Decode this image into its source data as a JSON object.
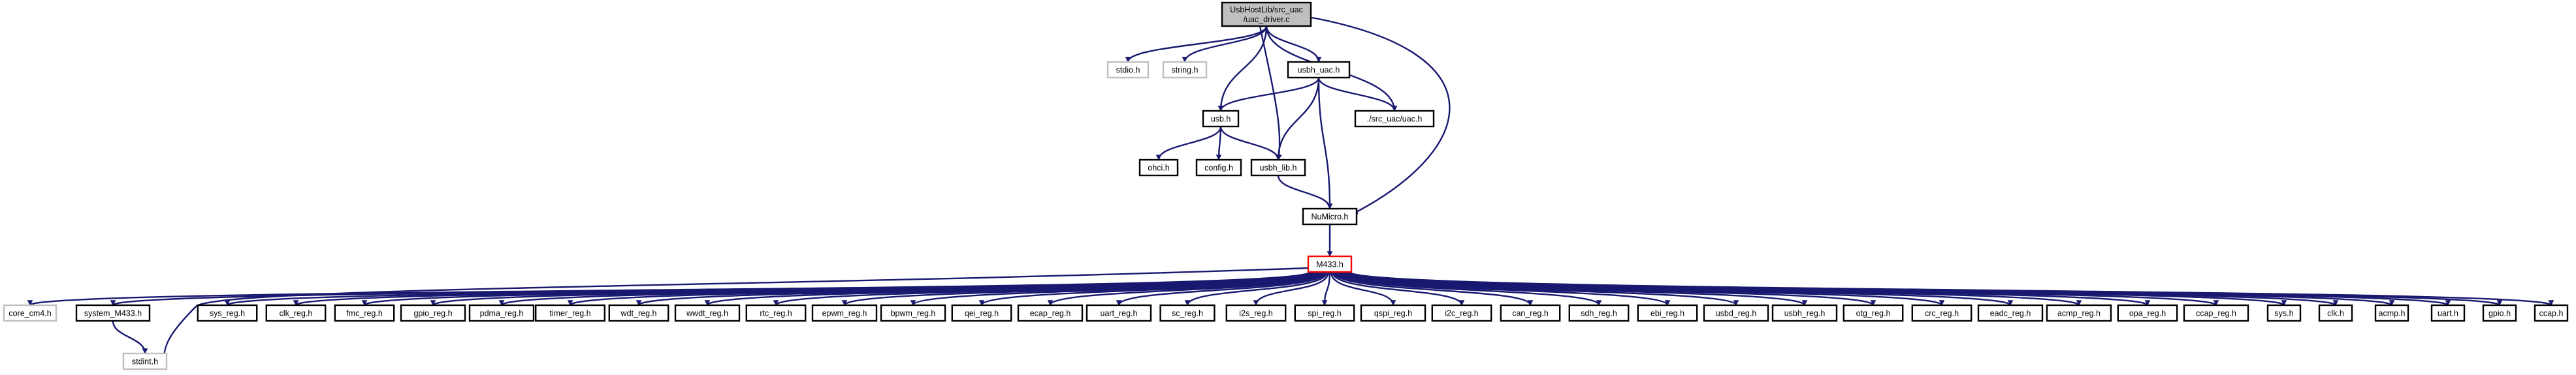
{
  "graph": {
    "type": "include-dependency-graph",
    "root": "uac_driver",
    "edge_color": "#191970",
    "root_fill": "#bfbfbf",
    "external_border": "#bfbfbf",
    "highlight_border": "#ff0000",
    "nodes": [
      {
        "id": "uac_driver",
        "lines": [
          "UsbHostLib/src_uac",
          "/uac_driver.c"
        ],
        "style": "root"
      },
      {
        "id": "stdio",
        "lines": [
          "stdio.h"
        ],
        "style": "ext"
      },
      {
        "id": "string",
        "lines": [
          "string.h"
        ],
        "style": "ext"
      },
      {
        "id": "usbh_uac",
        "lines": [
          "usbh_uac.h"
        ],
        "style": "plain"
      },
      {
        "id": "usb",
        "lines": [
          "usb.h"
        ],
        "style": "plain"
      },
      {
        "id": "uac_h",
        "lines": [
          "./src_uac/uac.h"
        ],
        "style": "plain"
      },
      {
        "id": "ohci",
        "lines": [
          "ohci.h"
        ],
        "style": "plain"
      },
      {
        "id": "config",
        "lines": [
          "config.h"
        ],
        "style": "plain"
      },
      {
        "id": "usbh_lib",
        "lines": [
          "usbh_lib.h"
        ],
        "style": "plain"
      },
      {
        "id": "numicro",
        "lines": [
          "NuMicro.h"
        ],
        "style": "plain"
      },
      {
        "id": "m433",
        "lines": [
          "M433.h"
        ],
        "style": "hi"
      },
      {
        "id": "core_cm4",
        "lines": [
          "core_cm4.h"
        ],
        "style": "ext"
      },
      {
        "id": "system_m433",
        "lines": [
          "system_M433.h"
        ],
        "style": "plain"
      },
      {
        "id": "sys_reg",
        "lines": [
          "sys_reg.h"
        ],
        "style": "plain"
      },
      {
        "id": "clk_reg",
        "lines": [
          "clk_reg.h"
        ],
        "style": "plain"
      },
      {
        "id": "fmc_reg",
        "lines": [
          "fmc_reg.h"
        ],
        "style": "plain"
      },
      {
        "id": "gpio_reg",
        "lines": [
          "gpio_reg.h"
        ],
        "style": "plain"
      },
      {
        "id": "pdma_reg",
        "lines": [
          "pdma_reg.h"
        ],
        "style": "plain"
      },
      {
        "id": "timer_reg",
        "lines": [
          "timer_reg.h"
        ],
        "style": "plain"
      },
      {
        "id": "wdt_reg",
        "lines": [
          "wdt_reg.h"
        ],
        "style": "plain"
      },
      {
        "id": "wwdt_reg",
        "lines": [
          "wwdt_reg.h"
        ],
        "style": "plain"
      },
      {
        "id": "rtc_reg",
        "lines": [
          "rtc_reg.h"
        ],
        "style": "plain"
      },
      {
        "id": "epwm_reg",
        "lines": [
          "epwm_reg.h"
        ],
        "style": "plain"
      },
      {
        "id": "bpwm_reg",
        "lines": [
          "bpwm_reg.h"
        ],
        "style": "plain"
      },
      {
        "id": "qei_reg",
        "lines": [
          "qei_reg.h"
        ],
        "style": "plain"
      },
      {
        "id": "ecap_reg",
        "lines": [
          "ecap_reg.h"
        ],
        "style": "plain"
      },
      {
        "id": "uart_reg",
        "lines": [
          "uart_reg.h"
        ],
        "style": "plain"
      },
      {
        "id": "sc_reg",
        "lines": [
          "sc_reg.h"
        ],
        "style": "plain"
      },
      {
        "id": "i2s_reg",
        "lines": [
          "i2s_reg.h"
        ],
        "style": "plain"
      },
      {
        "id": "spi_reg",
        "lines": [
          "spi_reg.h"
        ],
        "style": "plain"
      },
      {
        "id": "qspi_reg",
        "lines": [
          "qspi_reg.h"
        ],
        "style": "plain"
      },
      {
        "id": "i2c_reg",
        "lines": [
          "i2c_reg.h"
        ],
        "style": "plain"
      },
      {
        "id": "can_reg",
        "lines": [
          "can_reg.h"
        ],
        "style": "plain"
      },
      {
        "id": "sdh_reg",
        "lines": [
          "sdh_reg.h"
        ],
        "style": "plain"
      },
      {
        "id": "ebi_reg",
        "lines": [
          "ebi_reg.h"
        ],
        "style": "plain"
      },
      {
        "id": "usbd_reg",
        "lines": [
          "usbd_reg.h"
        ],
        "style": "plain"
      },
      {
        "id": "usbh_reg",
        "lines": [
          "usbh_reg.h"
        ],
        "style": "plain"
      },
      {
        "id": "otg_reg",
        "lines": [
          "otg_reg.h"
        ],
        "style": "plain"
      },
      {
        "id": "crc_reg",
        "lines": [
          "crc_reg.h"
        ],
        "style": "plain"
      },
      {
        "id": "eadc_reg",
        "lines": [
          "eadc_reg.h"
        ],
        "style": "plain"
      },
      {
        "id": "acmp_reg",
        "lines": [
          "acmp_reg.h"
        ],
        "style": "plain"
      },
      {
        "id": "opa_reg",
        "lines": [
          "opa_reg.h"
        ],
        "style": "plain"
      },
      {
        "id": "ccap_reg",
        "lines": [
          "ccap_reg.h"
        ],
        "style": "plain"
      },
      {
        "id": "sys",
        "lines": [
          "sys.h"
        ],
        "style": "plain"
      },
      {
        "id": "clk",
        "lines": [
          "clk.h"
        ],
        "style": "plain"
      },
      {
        "id": "acmp",
        "lines": [
          "acmp.h"
        ],
        "style": "plain"
      },
      {
        "id": "uart",
        "lines": [
          "uart.h"
        ],
        "style": "plain"
      },
      {
        "id": "gpio",
        "lines": [
          "gpio.h"
        ],
        "style": "plain"
      },
      {
        "id": "ccap",
        "lines": [
          "ccap.h"
        ],
        "style": "plain"
      },
      {
        "id": "stdint",
        "lines": [
          "stdint.h"
        ],
        "style": "ext"
      }
    ],
    "edges": [
      [
        "uac_driver",
        "stdio"
      ],
      [
        "uac_driver",
        "string"
      ],
      [
        "uac_driver",
        "usbh_uac"
      ],
      [
        "uac_driver",
        "usb"
      ],
      [
        "uac_driver",
        "uac_h"
      ],
      [
        "uac_driver",
        "usbh_lib"
      ],
      [
        "uac_driver",
        "numicro"
      ],
      [
        "usbh_uac",
        "usb"
      ],
      [
        "usbh_uac",
        "uac_h"
      ],
      [
        "usbh_uac",
        "usbh_lib"
      ],
      [
        "usbh_uac",
        "numicro"
      ],
      [
        "usb",
        "ohci"
      ],
      [
        "usb",
        "config"
      ],
      [
        "usb",
        "usbh_lib"
      ],
      [
        "usbh_lib",
        "numicro"
      ],
      [
        "numicro",
        "m433"
      ],
      [
        "m433",
        "core_cm4"
      ],
      [
        "m433",
        "system_m433"
      ],
      [
        "m433",
        "sys_reg"
      ],
      [
        "m433",
        "clk_reg"
      ],
      [
        "m433",
        "fmc_reg"
      ],
      [
        "m433",
        "gpio_reg"
      ],
      [
        "m433",
        "pdma_reg"
      ],
      [
        "m433",
        "timer_reg"
      ],
      [
        "m433",
        "wdt_reg"
      ],
      [
        "m433",
        "wwdt_reg"
      ],
      [
        "m433",
        "rtc_reg"
      ],
      [
        "m433",
        "epwm_reg"
      ],
      [
        "m433",
        "bpwm_reg"
      ],
      [
        "m433",
        "qei_reg"
      ],
      [
        "m433",
        "ecap_reg"
      ],
      [
        "m433",
        "uart_reg"
      ],
      [
        "m433",
        "sc_reg"
      ],
      [
        "m433",
        "i2s_reg"
      ],
      [
        "m433",
        "spi_reg"
      ],
      [
        "m433",
        "qspi_reg"
      ],
      [
        "m433",
        "i2c_reg"
      ],
      [
        "m433",
        "can_reg"
      ],
      [
        "m433",
        "sdh_reg"
      ],
      [
        "m433",
        "ebi_reg"
      ],
      [
        "m433",
        "usbd_reg"
      ],
      [
        "m433",
        "usbh_reg"
      ],
      [
        "m433",
        "otg_reg"
      ],
      [
        "m433",
        "crc_reg"
      ],
      [
        "m433",
        "eadc_reg"
      ],
      [
        "m433",
        "acmp_reg"
      ],
      [
        "m433",
        "opa_reg"
      ],
      [
        "m433",
        "ccap_reg"
      ],
      [
        "m433",
        "sys"
      ],
      [
        "m433",
        "clk"
      ],
      [
        "m433",
        "acmp"
      ],
      [
        "m433",
        "uart"
      ],
      [
        "m433",
        "gpio"
      ],
      [
        "m433",
        "ccap"
      ],
      [
        "m433",
        "stdint"
      ],
      [
        "system_m433",
        "stdint"
      ]
    ]
  }
}
